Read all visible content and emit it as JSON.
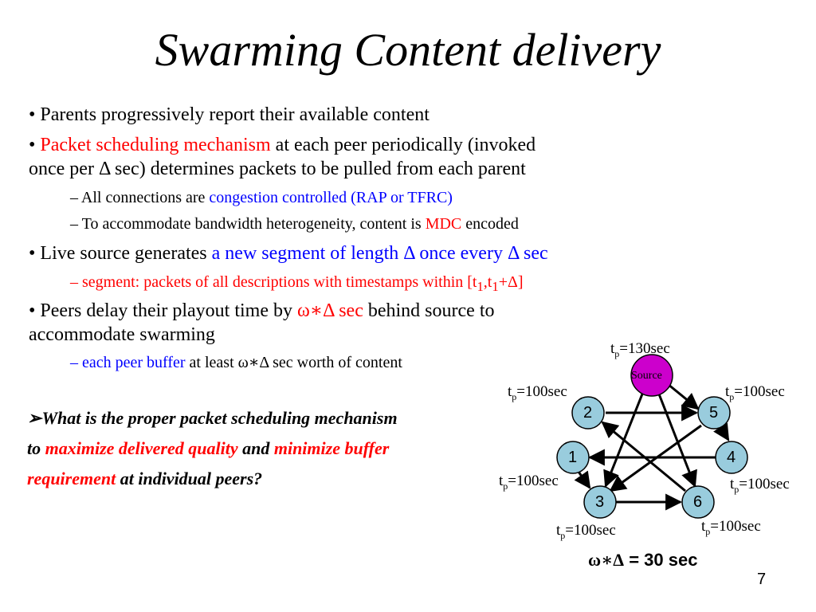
{
  "title": "Swarming Content delivery",
  "bullets": {
    "b1": "• Parents progressively report their available content",
    "b2_bullet": "• ",
    "b2_red": "Packet scheduling mechanism",
    "b2_rest": " at each peer periodically (invoked",
    "b2_line2": "once per Δ sec) determines packets to be pulled from each parent",
    "s1_pre": "– All connections are ",
    "s1_blue": "congestion controlled (RAP or TFRC)",
    "s2_pre": "–  To accommodate bandwidth heterogeneity, content is ",
    "s2_red": "MDC",
    "s2_post": " encoded",
    "b3_pre": "• Live source generates ",
    "b3_blue": "a new segment of length Δ once every Δ sec",
    "s3_dash": "– ",
    "s3_red": "segment: packets of all descriptions with timestamps within [t",
    "s3_sub1": "1",
    "s3_mid": ",t",
    "s3_sub2": "1",
    "s3_end": "+Δ]",
    "b4_pre": "• Peers delay their playout time by ",
    "b4_red": "ω∗Δ sec",
    "b4_post": " behind source to",
    "b4_line2": "accommodate swarming",
    "s4_blue": "– each peer buffer",
    "s4_rest": " at least ω∗Δ sec worth of content"
  },
  "question": {
    "arrow": "➢",
    "part1": "What is the proper packet scheduling mechanism",
    "part2_pre": "to ",
    "part2_red1": "maximize delivered quality",
    "part2_mid": " and ",
    "part2_red2": "minimize buffer",
    "part3_red": "requirement",
    "part3_post": " at individual peers?"
  },
  "diagram": {
    "source_label": "Source",
    "nodes": [
      "2",
      "5",
      "1",
      "4",
      "3",
      "6"
    ],
    "t": "t",
    "p": "p",
    "source_time": "=130sec",
    "peer_time": "=100sec"
  },
  "formula": {
    "symbols": "ω∗Δ",
    "rest": " = 30 sec"
  },
  "page_number": "7",
  "colors": {
    "source_fill": "#cc00cc",
    "node_fill": "#99ccdd",
    "red": "#ff0000",
    "blue": "#0000ff"
  }
}
